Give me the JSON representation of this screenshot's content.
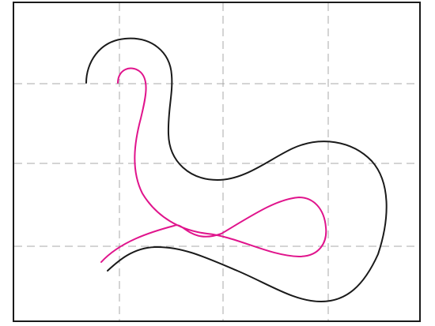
{
  "figure": {
    "background_color": "#ffffff",
    "frame_color": "#1a1a1a",
    "grid_color": "#aaaaaa",
    "grid_style": "dashed",
    "grid_rows": 4,
    "grid_columns": 4
  },
  "curves": [
    {
      "name": "black-curve",
      "color": "#1a1a1a"
    },
    {
      "name": "magenta-curve",
      "color": "#e0148c"
    }
  ]
}
